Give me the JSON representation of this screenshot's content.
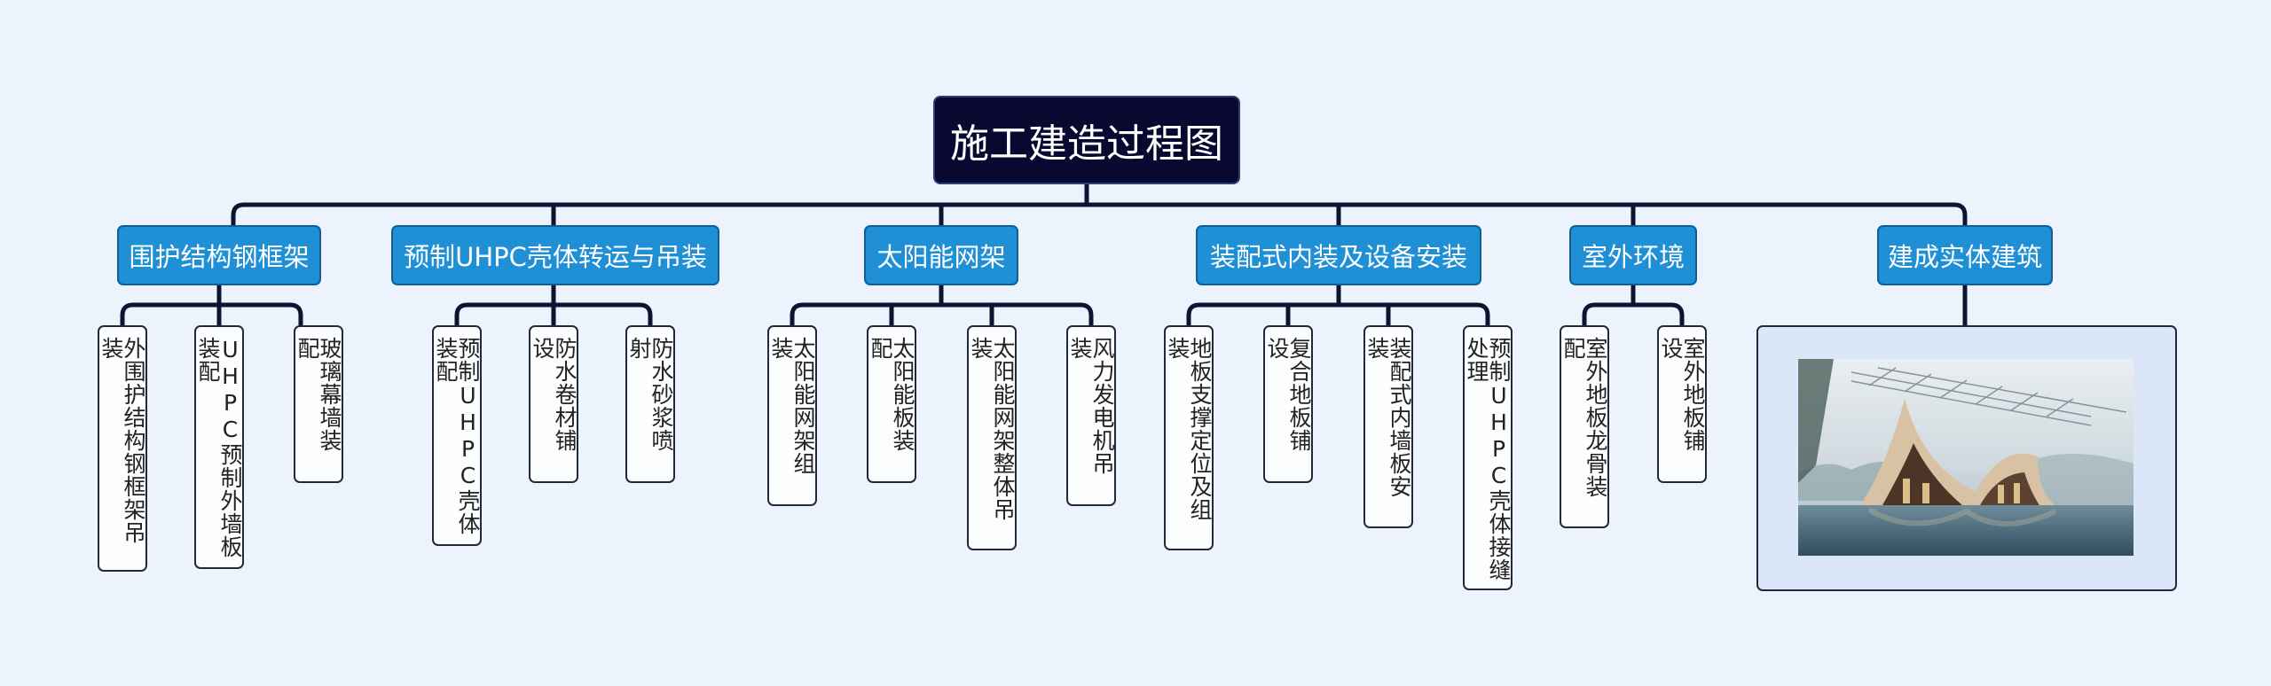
{
  "root": {
    "title": "施工建造过程图"
  },
  "categories": [
    {
      "label": "围护结构钢框架",
      "children": [
        "外围护结构钢框架吊装",
        "UHPC预制外墙板装配",
        "玻璃幕墙装配"
      ]
    },
    {
      "label": "预制UHPC壳体转运与吊装",
      "children": [
        "预制UHPC壳体装配",
        "防水卷材铺设",
        "防水砂浆喷射"
      ]
    },
    {
      "label": "太阳能网架",
      "children": [
        "太阳能网架组装",
        "太阳能板装配",
        "太阳能网架整体吊装",
        "风力发电机吊装"
      ]
    },
    {
      "label": "装配式内装及设备安装",
      "children": [
        "地板支撑定位及组装",
        "复合地板铺设",
        "装配式内墙板安装",
        "预制UHPC壳体接缝处理"
      ]
    },
    {
      "label": "室外环境",
      "children": [
        "室外地板龙骨装配",
        "室外地板铺设"
      ]
    },
    {
      "label": "建成实体建筑",
      "children": []
    }
  ],
  "colors": {
    "root_bg": "#080830",
    "category_bg": "#1f8fd6",
    "leaf_border": "#202a3a",
    "background": "#edf3fc",
    "connector": "#0d1330"
  }
}
